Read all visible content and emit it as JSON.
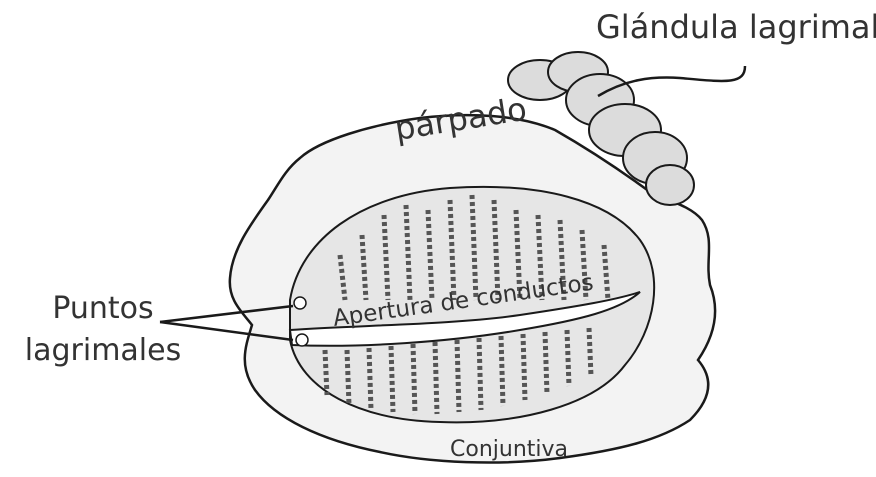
{
  "labels": {
    "glandula": "Glándula lagrimal",
    "parpado": "párpado",
    "puntos_line1": "Puntos",
    "puntos_line2": "lagrimales",
    "apertura": "Apertura de conductos",
    "conjuntiva": "Conjuntiva"
  },
  "colors": {
    "ink": "#333333",
    "line": "#1a1a1a",
    "hatch": "#555555",
    "background": "#ffffff"
  }
}
